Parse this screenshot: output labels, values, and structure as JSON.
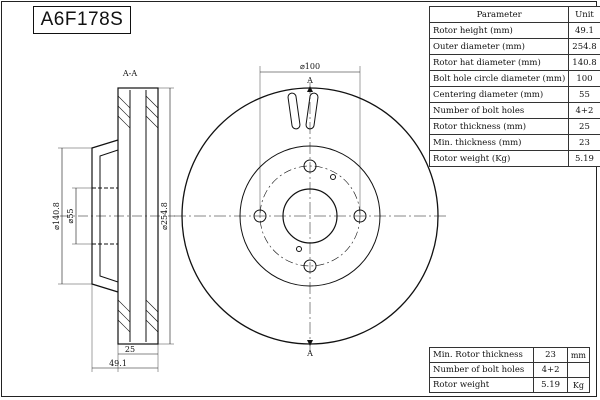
{
  "title": "A6F178S",
  "section_label": "A-A",
  "cut_marks": {
    "top": "A",
    "bottom": "A"
  },
  "dimensions": {
    "bolt_circle": "⌀100",
    "hat_diameter": "⌀140.8",
    "center_bore": "⌀55",
    "outer_diameter": "⌀254.8",
    "thickness": "25",
    "height": "49.1"
  },
  "spec_table": {
    "header": {
      "param": "Parameter",
      "unit": "Unit"
    },
    "rows": [
      {
        "param": "Rotor height (mm)",
        "value": "49.1"
      },
      {
        "param": "Outer diameter (mm)",
        "value": "254.8"
      },
      {
        "param": "Rotor hat diameter (mm)",
        "value": "140.8"
      },
      {
        "param": "Bolt hole circle diameter (mm)",
        "value": "100"
      },
      {
        "param": "Centering diameter (mm)",
        "value": "55"
      },
      {
        "param": "Number of bolt holes",
        "value": "4+2"
      },
      {
        "param": "Rotor thickness (mm)",
        "value": "25"
      },
      {
        "param": "Min. thickness (mm)",
        "value": "23"
      },
      {
        "param": "Rotor weight (Kg)",
        "value": "5.19"
      }
    ]
  },
  "summary_table": [
    {
      "param": "Min. Rotor thickness",
      "value": "23",
      "unit": "mm"
    },
    {
      "param": "Number of bolt holes",
      "value": "4+2",
      "unit": ""
    },
    {
      "param": "Rotor weight",
      "value": "5.19",
      "unit": "Kg"
    }
  ],
  "colors": {
    "line": "#111111",
    "background": "#ffffff"
  }
}
